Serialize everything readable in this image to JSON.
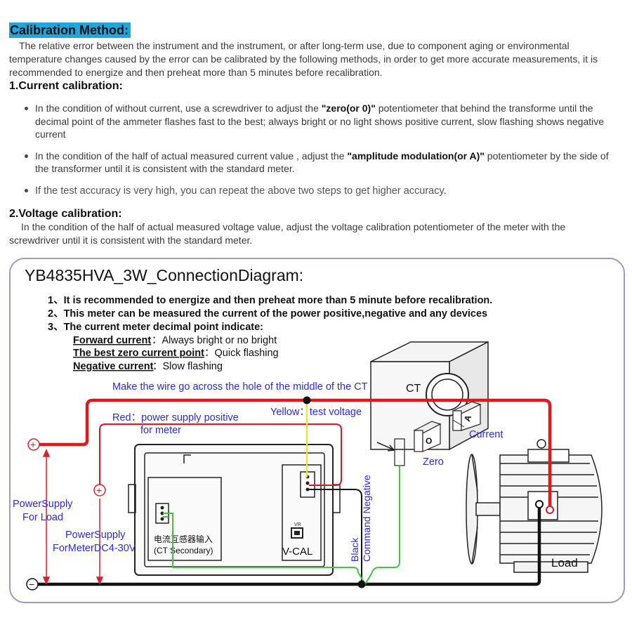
{
  "heading": "Calibration Method:",
  "intro": "The relative error between the instrument and the instrument, or after long-term use, due to component aging or environmental temperature changes caused by the error can be calibrated by the following methods, in order to get more accurate measurements, it is recommended to energize and then preheat more than 5 minutes before recalibration.",
  "current_calibration": {
    "title": "1.Current calibration:",
    "bullet1": {
      "pre": "In the condition of without current, use a screwdriver to adjust the ",
      "bold": "\"zero(or 0)\"",
      "post": " potentiometer that behind the transforme until the decimal point of the ammeter flashes fast to the best;  always bright or no light shows positive current, slow flashing shows negative current"
    },
    "bullet2": {
      "pre": "In the condition of the half of actual measured current value , adjust the ",
      "bold": "\"amplitude modulation(or A)\"",
      "post": " potentiometer by the side of the transformer until it is consistent with the standard meter."
    },
    "bullet3": "If the test accuracy is very high, you can repeat the above two steps to get higher accuracy."
  },
  "voltage_calibration": {
    "title": "2.Voltage calibration:",
    "text": "In the condition of the half of actual measured voltage value, adjust the voltage calibration potentiometer of the meter with the screwdriver until it is consistent with the standard meter."
  },
  "diagram": {
    "title": "YB4835HVA_3W_ConnectionDiagram:",
    "note1": "1、It is recommended to energize and then preheat more than 5 minute before recalibration.",
    "note2": "2、This meter can be measured the current of the power positive,negative and any devices",
    "note3": "3、The current meter decimal point indicate:",
    "forward_label": "Forward current",
    "forward_value": "：Always bright or no bright",
    "zero_label": "The best zero current point",
    "zero_value": "：Quick flashing",
    "negative_label": "Negative current",
    "negative_value": "：Slow flashing",
    "wire_note": "Make the wire go across the hole of the middle of the CT",
    "ct": "CT",
    "current": "Current",
    "zero": "Zero",
    "a_mark": "A",
    "o_mark": "O",
    "yellow_label": "Yellow：test voltage",
    "red_label_1": "Red：power supply positive",
    "red_label_2": "for meter",
    "ps_load_1": "PowerSupply",
    "ps_load_2": "For Load",
    "ps_meter_1": "PowerSupply",
    "ps_meter_2": "ForMeterDC4-30V",
    "ct_input_cn": "电流互感器输入",
    "ct_input_en": "(CT Secondary)",
    "vcal": "V-CAL",
    "vr": "VR",
    "black": "Black",
    "command_negative": "Command Negative",
    "load": "Load",
    "plus": "+",
    "minus": "−",
    "colors": {
      "red": "#e3161c",
      "yellow": "#f0e42a",
      "green": "#3fc83d",
      "blue_text": "#2a2af0",
      "black": "#111111"
    }
  }
}
